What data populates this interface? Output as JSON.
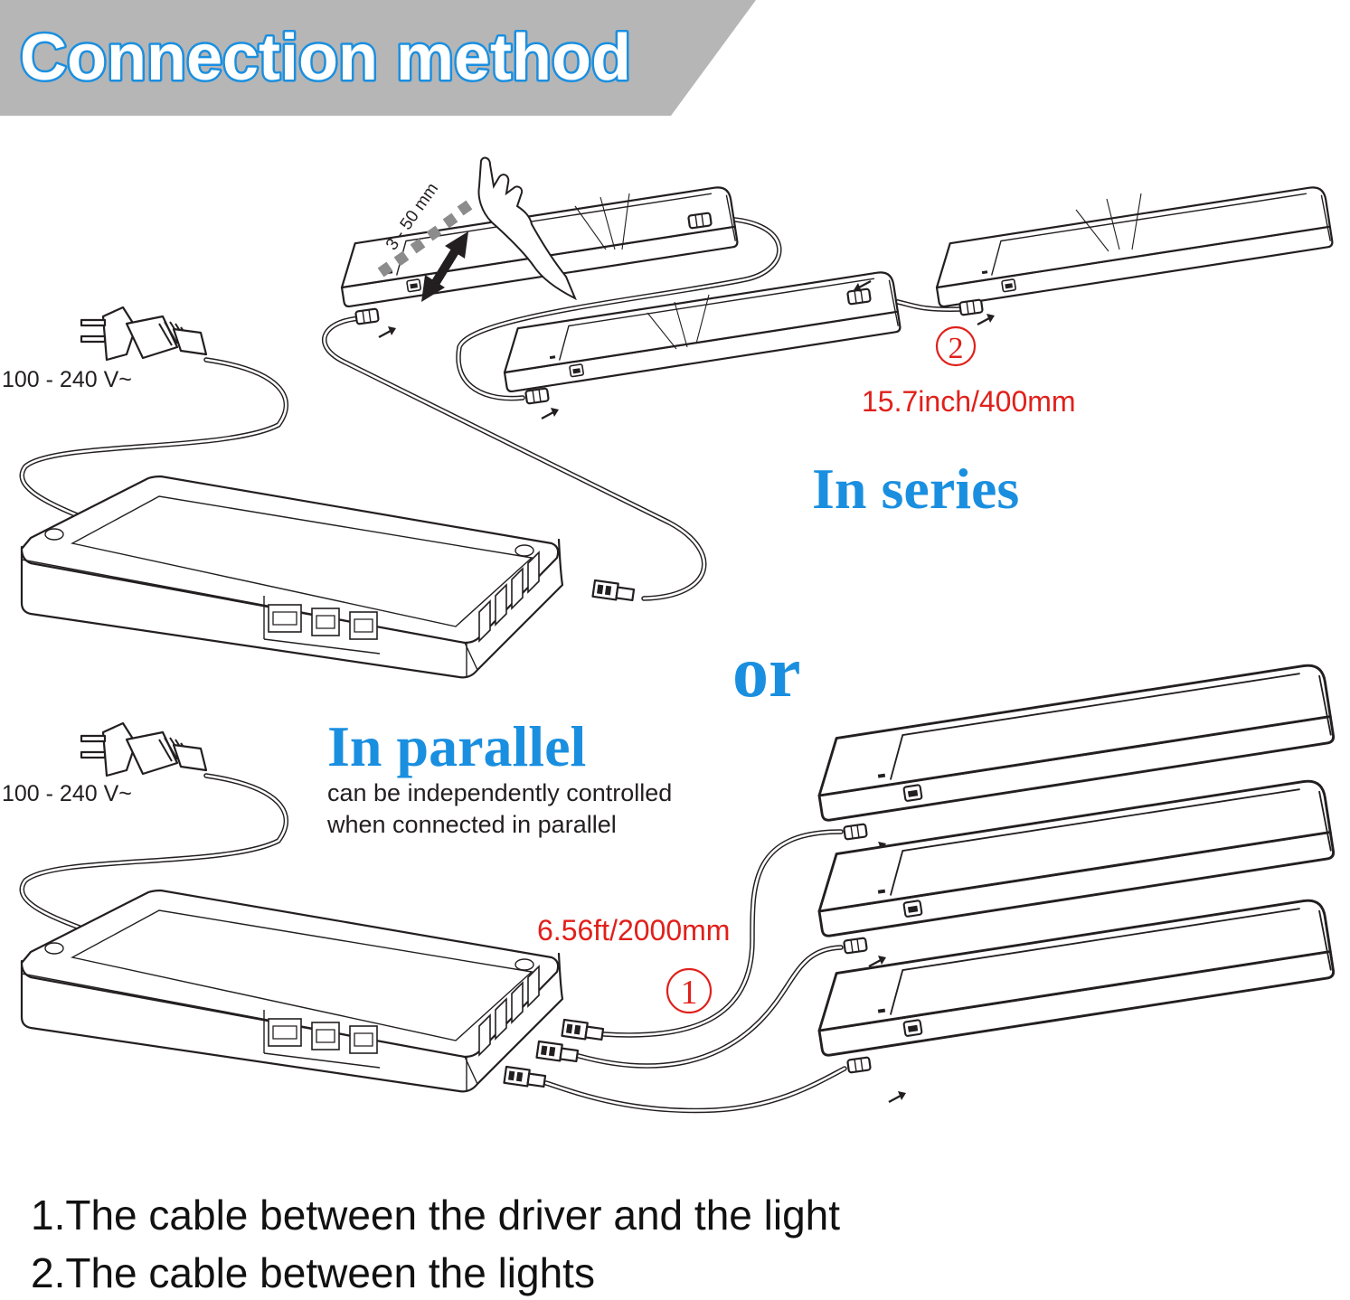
{
  "title": "Connection method",
  "colors": {
    "accent_blue": "#1a8fe0",
    "marker_red": "#e0201b",
    "banner_gray": "#b6b6b6",
    "line": "#231f20"
  },
  "sensor": {
    "distance_label": "3 - 50 mm"
  },
  "series": {
    "voltage_label": "100 - 240 V~",
    "heading": "In series",
    "marker": "2",
    "cable_length": "15.7inch/400mm"
  },
  "or_label": "or",
  "parallel": {
    "voltage_label": "100 - 240 V~",
    "heading": "In parallel",
    "note_line1": "can be independently controlled",
    "note_line2": "when connected in parallel",
    "marker": "1",
    "cable_length": "6.56ft/2000mm"
  },
  "legend": [
    "1.The cable between the driver and the light",
    "2.The cable between the lights"
  ],
  "icons": [
    "power-plug-icon",
    "hand-wave-icon",
    "distance-arrow-icon",
    "led-bar-light-icon",
    "driver-box-icon",
    "connector-icon",
    "arrow-icon"
  ]
}
